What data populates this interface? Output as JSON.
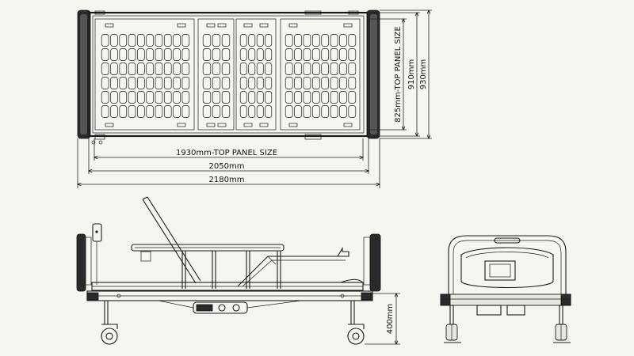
{
  "dimensions": {
    "top_panel_length": "1930mm-TOP PANEL SIZE",
    "inner_length": "2050mm",
    "overall_length": "2180mm",
    "top_panel_width": "825mm-TOP PANEL SIZE",
    "inner_width": "910mm",
    "overall_width": "930mm",
    "deck_height": "400mm"
  },
  "colors": {
    "line": "#1b1b1b",
    "background": "#f6f6f1"
  }
}
